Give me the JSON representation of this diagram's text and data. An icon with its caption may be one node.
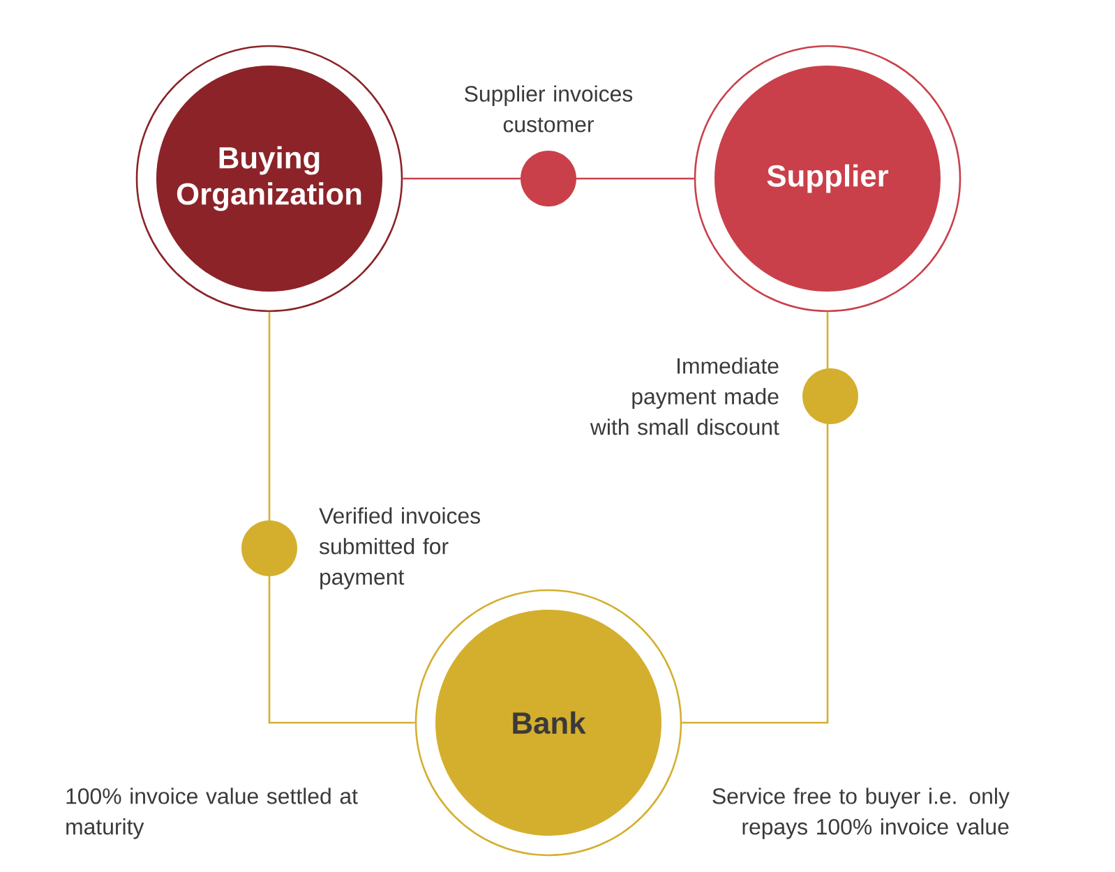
{
  "diagram": {
    "nodes": [
      {
        "text": [
          "Buying Organization"
        ]
      },
      {
        "text": [
          "Supplier"
        ]
      },
      {
        "text": [
          "Bank"
        ]
      }
    ],
    "edges": [
      {
        "from": 0,
        "to": 1,
        "arrow": "none",
        "label": "Supplier invoices customer",
        "color": "#c9404a"
      },
      {
        "from": 1,
        "to": 2,
        "arrow": "none",
        "label": "Immediate payment made with small discount"
      },
      {
        "from": 0,
        "to": 2,
        "arrow": "none",
        "label": "Verified invoices submitted for payment"
      }
    ],
    "labels": [
      "100% invoice value settled at maturity",
      "Service free to buyer i.e. only repays 100% invoice value"
    ]
  }
}
